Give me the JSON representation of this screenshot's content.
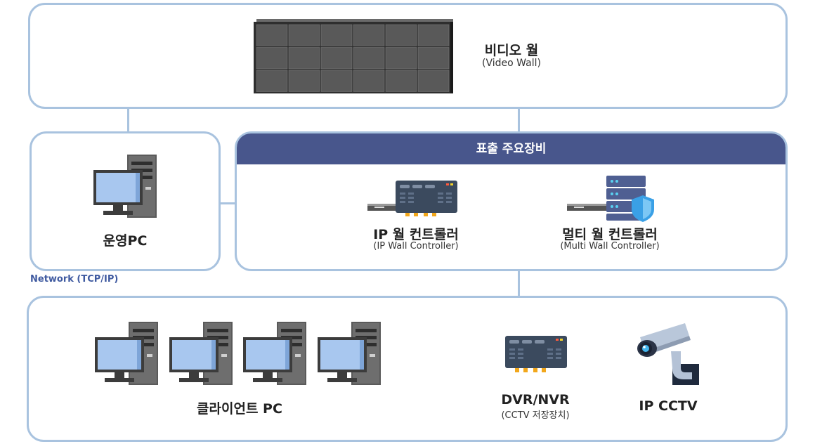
{
  "video_wall": {
    "title": "비디오 월",
    "subtitle": "(Video Wall)"
  },
  "operation_pc": {
    "title": "운영PC"
  },
  "display_equipment": {
    "header": "표출 주요장비",
    "ip_wall_controller": {
      "title": "IP 월 컨트롤러",
      "subtitle": "(IP Wall Controller)"
    },
    "multi_wall_controller": {
      "title": "멀티 월 컨트롤러",
      "subtitle": "(Multi Wall Controller)"
    }
  },
  "network_label": "Network (TCP/IP)",
  "clients": {
    "title": "클라이언트 PC"
  },
  "dvr_nvr": {
    "title": "DVR/NVR",
    "subtitle": "(CCTV 저장장치)"
  },
  "ip_cctv": {
    "title": "IP CCTV"
  },
  "colors": {
    "border": "#a9c3df",
    "header_bar": "#48568c",
    "network_text": "#3f5aa0"
  },
  "icons": [
    "video-wall-icon",
    "desktop-pc-icon",
    "ip-wall-controller-icon",
    "multi-wall-controller-icon",
    "dvr-nvr-icon",
    "ip-camera-icon"
  ]
}
